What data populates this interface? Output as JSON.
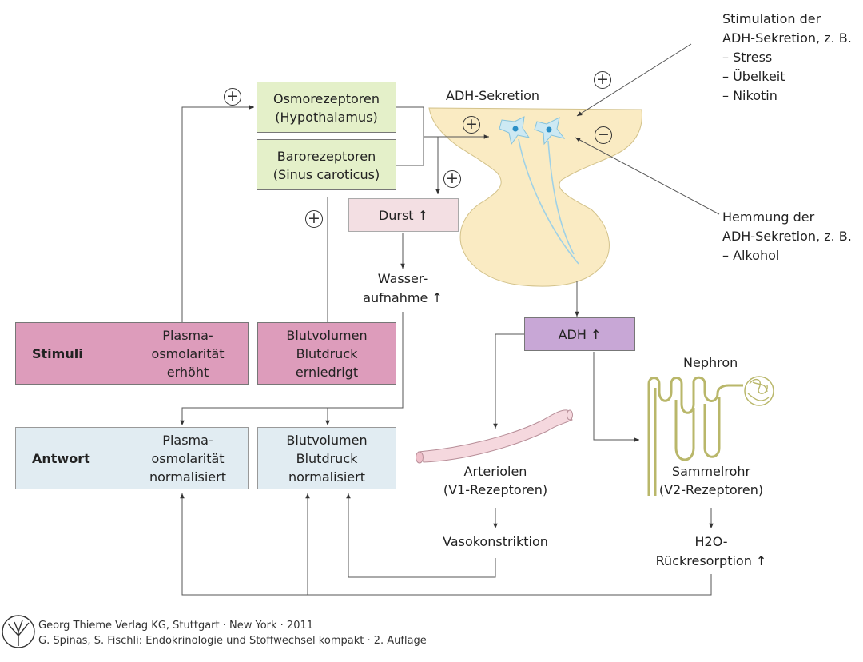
{
  "colors": {
    "stimuli_fill": "#dd9cbb",
    "receptor_fill": "#e4f0c9",
    "durst_fill": "#f3dfe3",
    "antwort_fill": "#e1ecf2",
    "adh_fill": "#c8a7d6",
    "gland_fill": "#faebc3",
    "neuron_fill": "#cde9f3",
    "vessel_fill": "#f5d8de",
    "nephron_stroke": "#b9b76a"
  },
  "receptors": {
    "osmo": [
      "Osmorezeptoren",
      "(Hypothalamus)"
    ],
    "baro": [
      "Barorezeptoren",
      "(Sinus caroticus)"
    ]
  },
  "durst": "Durst ↑",
  "wasseraufnahme": [
    "Wasser-",
    "aufnahme ↑"
  ],
  "adh_sekretion": "ADH-Sekretion",
  "stimulation_note": [
    "Stimulation der",
    "ADH-Sekretion, z. B.",
    "– Stress",
    "– Übelkeit",
    "– Nikotin"
  ],
  "hemmung_note": [
    "Hemmung der",
    "ADH-Sekretion, z. B.",
    "– Alkohol"
  ],
  "stimuli": {
    "label": "Stimuli",
    "plasma": [
      "Plasma-",
      "osmolarität",
      "erhöht"
    ],
    "blut": [
      "Blutvolumen",
      "Blutdruck",
      "erniedrigt"
    ]
  },
  "antwort": {
    "label": "Antwort",
    "plasma": [
      "Plasma-",
      "osmolarität",
      "normalisiert"
    ],
    "blut": [
      "Blutvolumen",
      "Blutdruck",
      "normalisiert"
    ]
  },
  "adh": "ADH ↑",
  "nephron": "Nephron",
  "arteriolen": [
    "Arteriolen",
    "(V1-Rezeptoren)"
  ],
  "vasokonstriktion": "Vasokonstriktion",
  "sammelrohr": [
    "Sammelrohr",
    "(V2-Rezeptoren)"
  ],
  "h2o": [
    "H2O-",
    "Rückresorption ↑"
  ],
  "signs": {
    "plus": "+",
    "minus": "−"
  },
  "footer": {
    "line1": "Georg Thieme Verlag KG, Stuttgart · New York · 2011",
    "line2": "G. Spinas, S. Fischli: Endokrinologie und Stoffwechsel kompakt · 2. Auflage"
  }
}
